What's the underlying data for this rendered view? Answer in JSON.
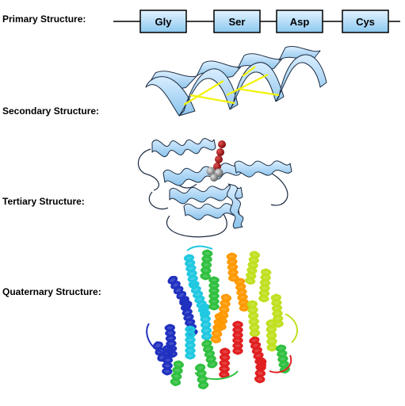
{
  "levels": {
    "primary": "Primary Structure:",
    "secondary": "Secondary Structure:",
    "tertiary": "Tertiary Structure:",
    "quaternary": "Quaternary Structure:"
  },
  "amino_acids": [
    "Gly",
    "Ser",
    "Asp",
    "Cys"
  ],
  "colors": {
    "box_gradient_top": "#e3f3ff",
    "box_gradient_bottom": "#8cc8f0",
    "ribbon_light": "#d8edff",
    "ribbon_dark": "#8cc4ec",
    "hydrogen_bond": "#f2f20a",
    "heme_red": "#a01010",
    "heme_gray": "#8a8a8a"
  },
  "quaternary_chain_colors": [
    "#2030c0",
    "#20c8e0",
    "#30c040",
    "#c0e020",
    "#ff9900",
    "#e02020"
  ]
}
